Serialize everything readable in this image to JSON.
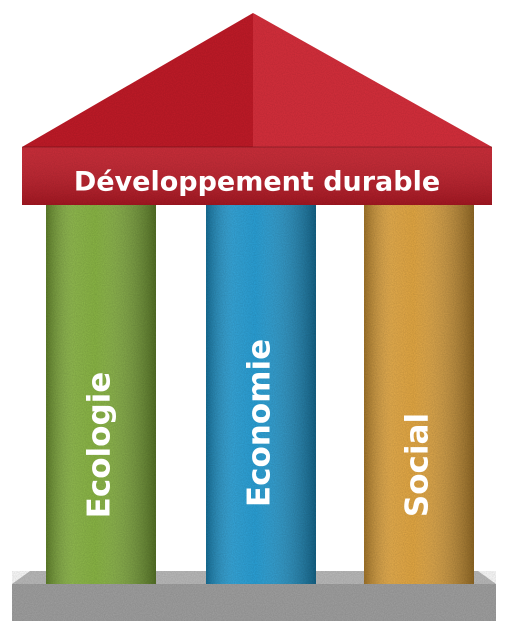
{
  "roof": {
    "title": "Développement durable",
    "color": "#d31d2b"
  },
  "pillars": [
    {
      "label": "Ecologie",
      "color": "#86b53c"
    },
    {
      "label": "Economie",
      "color": "#1f9ed8"
    },
    {
      "label": "Social",
      "color": "#e6a63a"
    }
  ],
  "base": {
    "color": "#b9b9b9"
  }
}
